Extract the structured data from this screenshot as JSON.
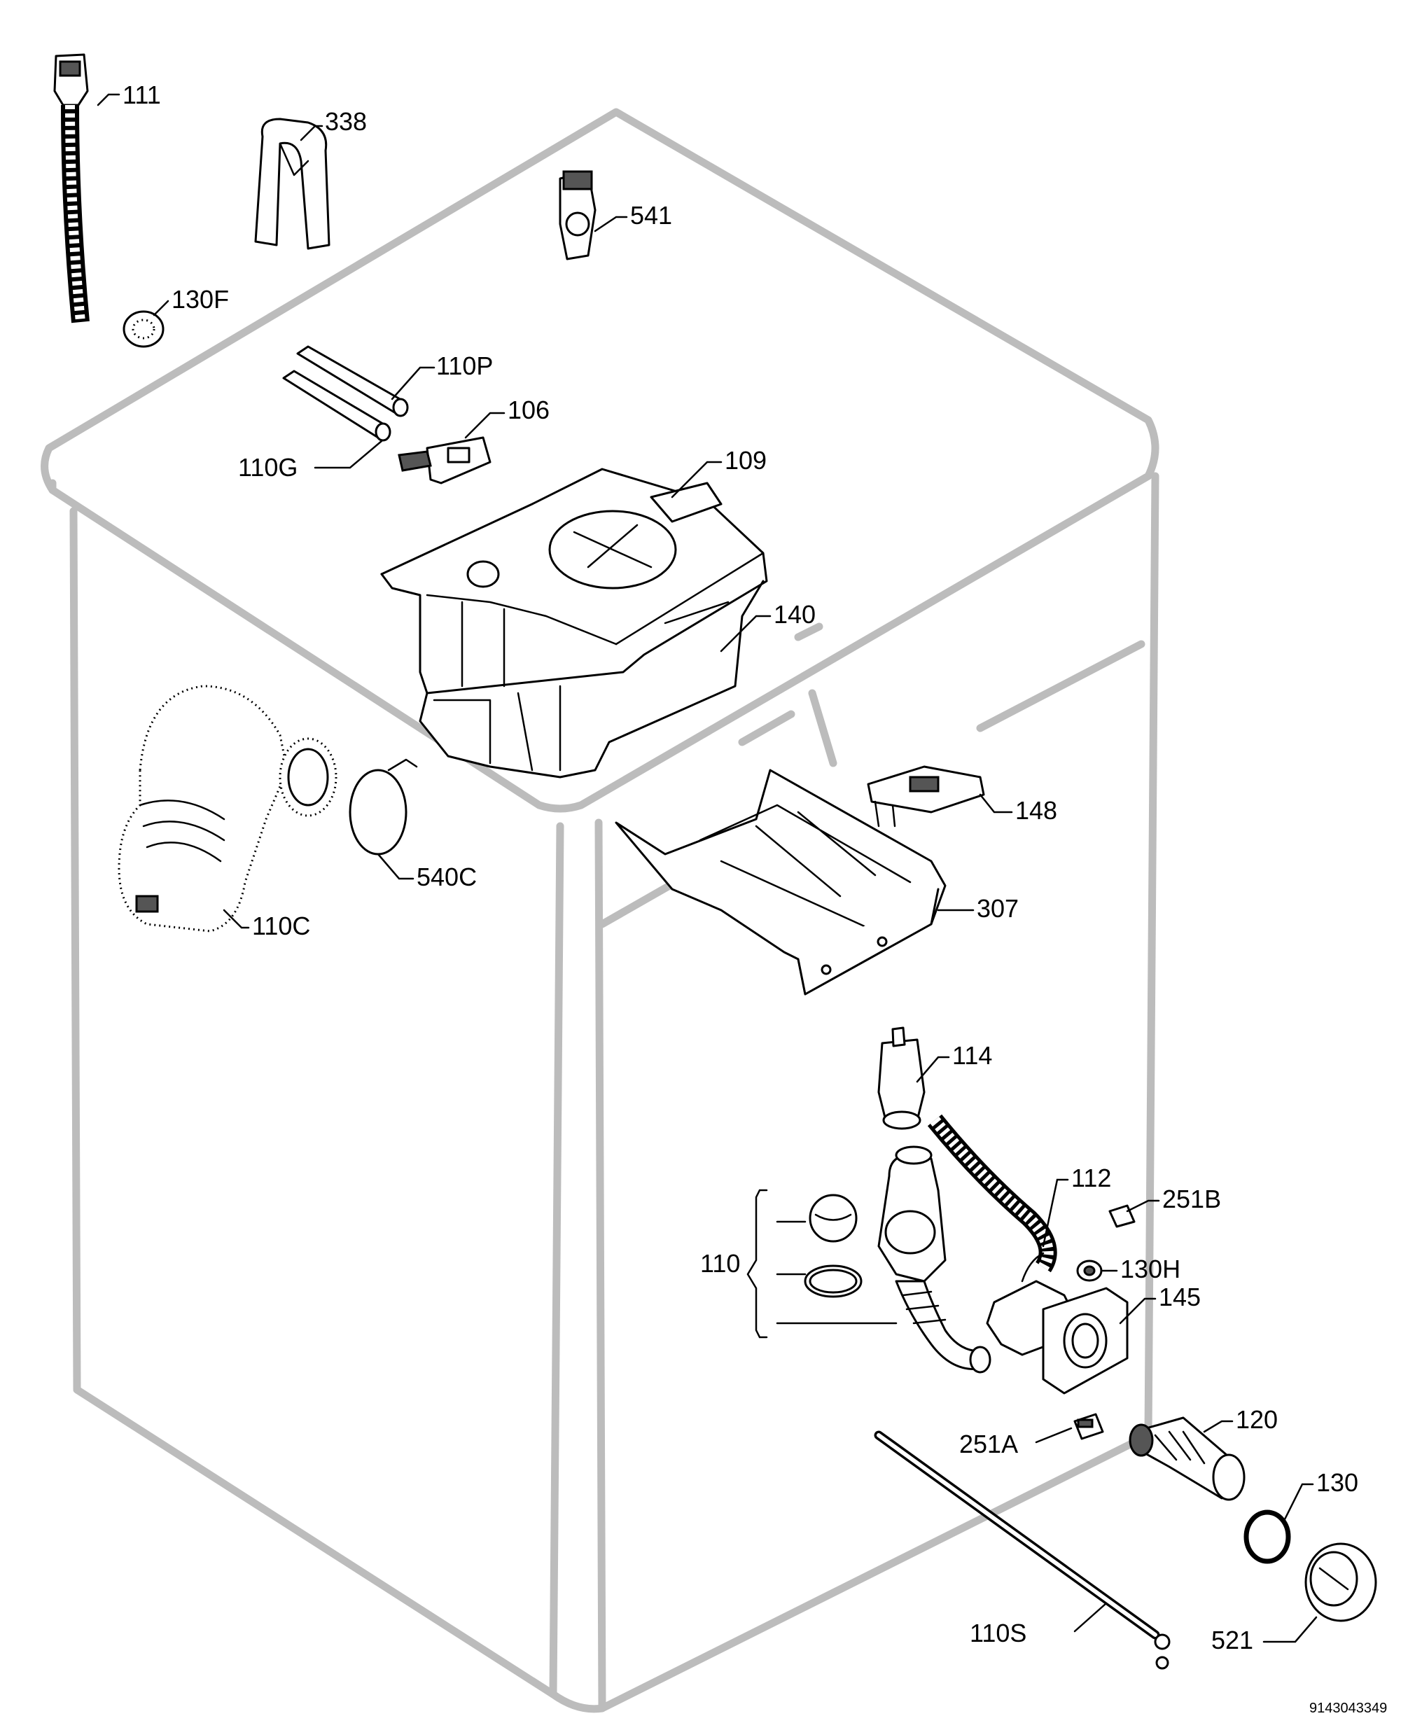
{
  "diagram": {
    "doc_number": "9143043349",
    "parts": [
      {
        "id": "111",
        "label": "111"
      },
      {
        "id": "338",
        "label": "338"
      },
      {
        "id": "541",
        "label": "541"
      },
      {
        "id": "130F",
        "label": "130F"
      },
      {
        "id": "110P",
        "label": "110P"
      },
      {
        "id": "106",
        "label": "106"
      },
      {
        "id": "110G",
        "label": "110G"
      },
      {
        "id": "109",
        "label": "109"
      },
      {
        "id": "140",
        "label": "140"
      },
      {
        "id": "148",
        "label": "148"
      },
      {
        "id": "540C",
        "label": "540C"
      },
      {
        "id": "110C",
        "label": "110C"
      },
      {
        "id": "307",
        "label": "307"
      },
      {
        "id": "114",
        "label": "114"
      },
      {
        "id": "112",
        "label": "112"
      },
      {
        "id": "251B",
        "label": "251B"
      },
      {
        "id": "110",
        "label": "110"
      },
      {
        "id": "130H",
        "label": "130H"
      },
      {
        "id": "145",
        "label": "145"
      },
      {
        "id": "120",
        "label": "120"
      },
      {
        "id": "251A",
        "label": "251A"
      },
      {
        "id": "130",
        "label": "130"
      },
      {
        "id": "110S",
        "label": "110S"
      },
      {
        "id": "521",
        "label": "521"
      }
    ]
  }
}
